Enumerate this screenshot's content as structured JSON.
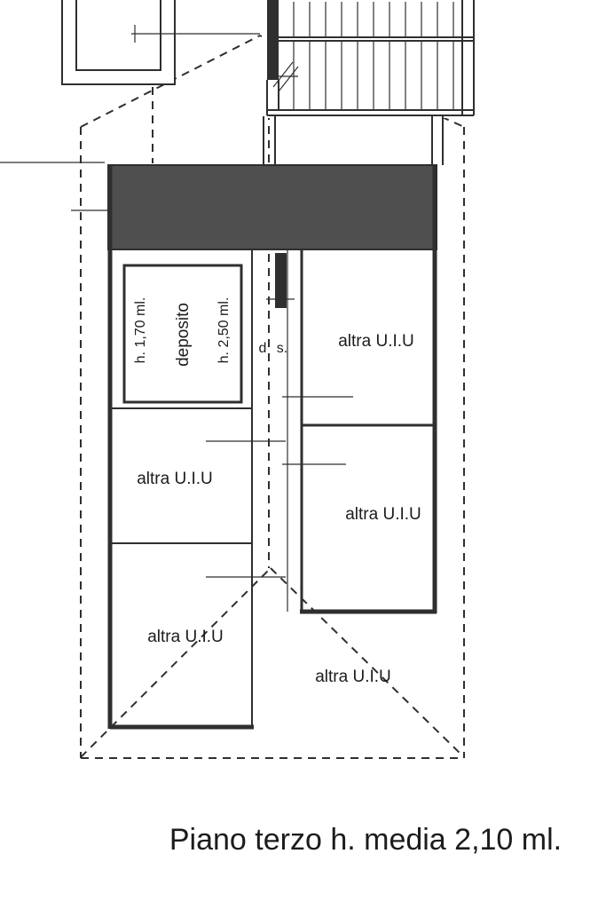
{
  "drawing": {
    "caption": "Piano terzo h. media 2,10 ml.",
    "rooms": [
      {
        "label": "altra U.I.U"
      },
      {
        "label": "altra U.I.U"
      },
      {
        "label": "altra U.I.U"
      },
      {
        "label": "altra U.I.U"
      },
      {
        "label": "altra U.I.U"
      }
    ],
    "deposito": {
      "label": "deposito",
      "height_left": "h. 1,70 ml.",
      "height_right": "h. 2,50 ml."
    },
    "corridor": {
      "d": "d",
      "s": "s."
    },
    "colors": {
      "line": "#2f2f2f",
      "band": "#4f4f4f",
      "ink": "#1c1c1c",
      "background": "#ffffff"
    }
  }
}
